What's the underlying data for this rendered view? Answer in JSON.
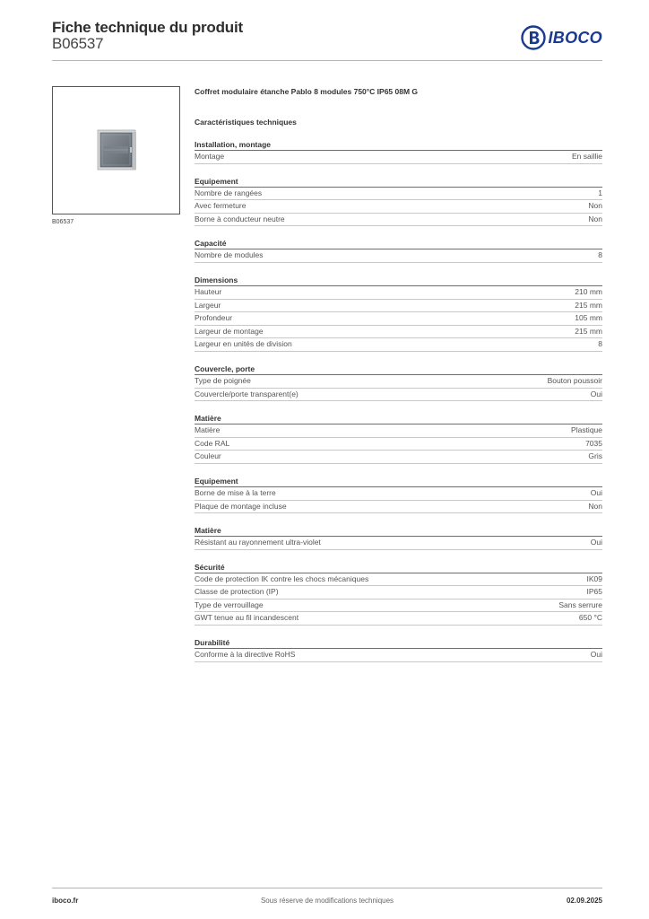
{
  "header": {
    "title": "Fiche technique du produit",
    "product_id": "B06537",
    "logo_text": "IBOCO"
  },
  "image": {
    "caption": "B06537",
    "icon": "product-photo-enclosure"
  },
  "product": {
    "name": "Coffret modulaire étanche Pablo 8 modules 750°C IP65 08M G",
    "spec_title": "Caractéristiques techniques"
  },
  "sections": [
    {
      "title": "Installation, montage",
      "rows": [
        {
          "label": "Montage",
          "value": "En saillie"
        }
      ]
    },
    {
      "title": "Equipement",
      "rows": [
        {
          "label": "Nombre de rangées",
          "value": "1"
        },
        {
          "label": "Avec fermeture",
          "value": "Non"
        },
        {
          "label": "Borne à conducteur neutre",
          "value": "Non"
        }
      ]
    },
    {
      "title": "Capacité",
      "rows": [
        {
          "label": "Nombre de modules",
          "value": "8"
        }
      ]
    },
    {
      "title": "Dimensions",
      "rows": [
        {
          "label": "Hauteur",
          "value": "210 mm"
        },
        {
          "label": "Largeur",
          "value": "215 mm"
        },
        {
          "label": "Profondeur",
          "value": "105 mm"
        },
        {
          "label": "Largeur de montage",
          "value": "215 mm"
        },
        {
          "label": "Largeur en unités de division",
          "value": "8"
        }
      ]
    },
    {
      "title": "Couvercle, porte",
      "rows": [
        {
          "label": "Type de poignée",
          "value": "Bouton poussoir"
        },
        {
          "label": "Couvercle/porte transparent(e)",
          "value": "Oui"
        }
      ]
    },
    {
      "title": "Matière",
      "rows": [
        {
          "label": "Matière",
          "value": "Plastique"
        },
        {
          "label": "Code RAL",
          "value": "7035"
        },
        {
          "label": "Couleur",
          "value": "Gris"
        }
      ]
    },
    {
      "title": "Equipement",
      "rows": [
        {
          "label": "Borne de mise à la terre",
          "value": "Oui"
        },
        {
          "label": "Plaque de montage incluse",
          "value": "Non"
        }
      ]
    },
    {
      "title": "Matière",
      "rows": [
        {
          "label": "Résistant au rayonnement ultra-violet",
          "value": "Oui"
        }
      ]
    },
    {
      "title": "Sécurité",
      "rows": [
        {
          "label": "Code de protection IK contre les chocs mécaniques",
          "value": "IK09"
        },
        {
          "label": "Classe de protection (IP)",
          "value": "IP65"
        },
        {
          "label": "Type de verrouillage",
          "value": "Sans serrure"
        },
        {
          "label": "GWT tenue au fil incandescent",
          "value": "650 °C"
        }
      ]
    },
    {
      "title": "Durabilité",
      "rows": [
        {
          "label": "Conforme à la directive RoHS",
          "value": "Oui"
        }
      ]
    }
  ],
  "footer": {
    "website": "iboco.fr",
    "disclaimer": "Sous réserve de modifications techniques",
    "date": "02.09.2025"
  },
  "colors": {
    "brand": "#1a3a8f",
    "text": "#333333",
    "rule_dark": "#6e6e6e",
    "rule_light": "#c8c8c8"
  }
}
